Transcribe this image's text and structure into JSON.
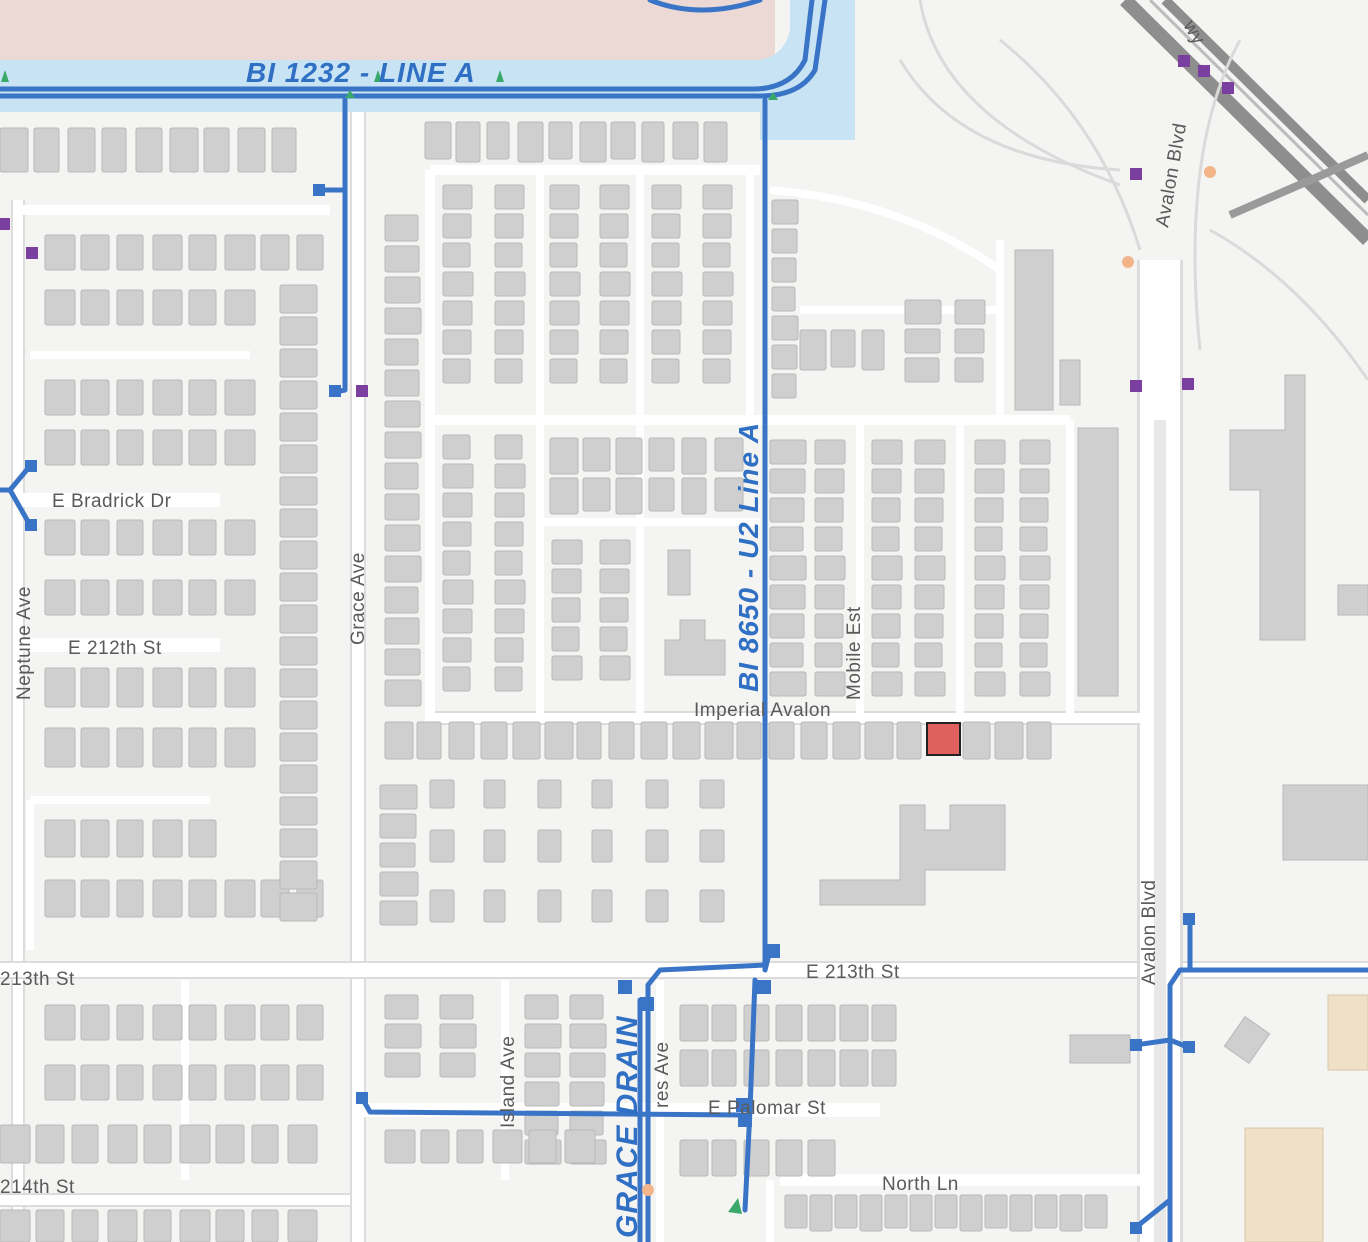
{
  "map": {
    "streets": {
      "e_bradrick_dr": "E Bradrick Dr",
      "e_212th_st": "E 212th St",
      "e_213th_st_left": "213th St",
      "e_213th_st": "E 213th St",
      "e_214th_st": "214th St",
      "neptune_ave": "Neptune Ave",
      "grace_ave": "Grace Ave",
      "mobile_est": "Mobile Est",
      "imperial_avalon": "Imperial Avalon",
      "avalon_blvd_north": "Avalon Blvd",
      "avalon_blvd_south": "Avalon Blvd",
      "island_ave": "Island Ave",
      "tres_ave": "res Ave",
      "e_palomar_st": "E Palomar St",
      "north_ln": "North Ln",
      "freeway_fragment": "wy"
    },
    "pipelines": {
      "bi_1232": "BI 1232 - LINE A",
      "bi_8650": "BI 8650 - U2 Line A",
      "grace_drain": "GRACE DRAIN"
    },
    "colors": {
      "pipeline": "#3a74c6",
      "channel_water": "#c8e3f3",
      "industrial_area": "#ecd9d6",
      "building": "#cfcfcf",
      "selected_parcel": "#e06060",
      "manhole_marker": "#7b3fa0",
      "junction_marker": "#f3b48a",
      "outlet_marker": "#3aa86b",
      "commercial_building": "#efe1c8"
    }
  }
}
